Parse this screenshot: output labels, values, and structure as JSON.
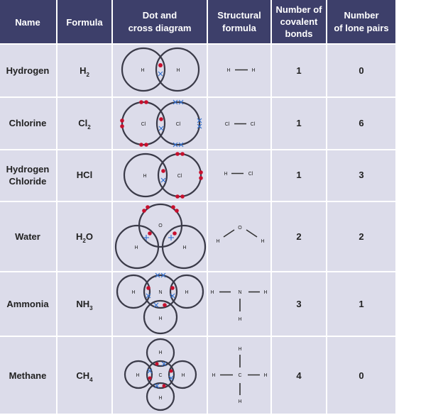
{
  "headers": {
    "name": "Name",
    "formula": "Formula",
    "dot_cross": [
      "Dot and",
      "cross diagram"
    ],
    "structural": [
      "Structural",
      "formula"
    ],
    "covalent": [
      "Number of",
      "covalent",
      "bonds"
    ],
    "lone_pairs": [
      "Number",
      "of lone pairs"
    ]
  },
  "rows": [
    {
      "name": [
        "Hydrogen"
      ],
      "formula": {
        "main": "H",
        "sub": "2",
        "tail": ""
      },
      "bonds": "1",
      "lone": "0",
      "atoms": {
        "a": "H",
        "b": "H"
      },
      "struct": {
        "a": "H",
        "b": "H"
      }
    },
    {
      "name": [
        "Chlorine"
      ],
      "formula": {
        "main": "Cl",
        "sub": "2",
        "tail": ""
      },
      "bonds": "1",
      "lone": "6",
      "atoms": {
        "a": "Cl",
        "b": "Cl"
      },
      "struct": {
        "a": "Cl",
        "b": "Cl"
      }
    },
    {
      "name": [
        "Hydrogen",
        "Chloride"
      ],
      "formula": {
        "main": "HCl",
        "sub": "",
        "tail": ""
      },
      "bonds": "1",
      "lone": "3",
      "atoms": {
        "a": "H",
        "b": "Cl"
      },
      "struct": {
        "a": "H",
        "b": "Cl"
      }
    },
    {
      "name": [
        "Water"
      ],
      "formula": {
        "main": "H",
        "sub": "2",
        "tail": "O"
      },
      "bonds": "2",
      "lone": "2",
      "atoms": {
        "a": "O",
        "b": "H",
        "c": "H"
      },
      "struct": {
        "a": "O",
        "b": "H",
        "c": "H"
      }
    },
    {
      "name": [
        "Ammonia"
      ],
      "formula": {
        "main": "NH",
        "sub": "3",
        "tail": ""
      },
      "bonds": "3",
      "lone": "1",
      "atoms": {
        "a": "N",
        "b": "H",
        "c": "H",
        "d": "H"
      },
      "struct": {
        "a": "N",
        "b": "H",
        "c": "H",
        "d": "H"
      }
    },
    {
      "name": [
        "Methane"
      ],
      "formula": {
        "main": "CH",
        "sub": "4",
        "tail": ""
      },
      "bonds": "4",
      "lone": "0",
      "atoms": {
        "a": "C",
        "b": "H",
        "c": "H",
        "d": "H",
        "e": "H"
      },
      "struct": {
        "a": "C",
        "b": "H",
        "c": "H",
        "d": "H",
        "e": "H"
      }
    }
  ],
  "colors": {
    "header": "#3d3f6a",
    "cell": "#dcdcea",
    "electron_dot": "#c8102e",
    "electron_cross": "#2f6fd0"
  }
}
